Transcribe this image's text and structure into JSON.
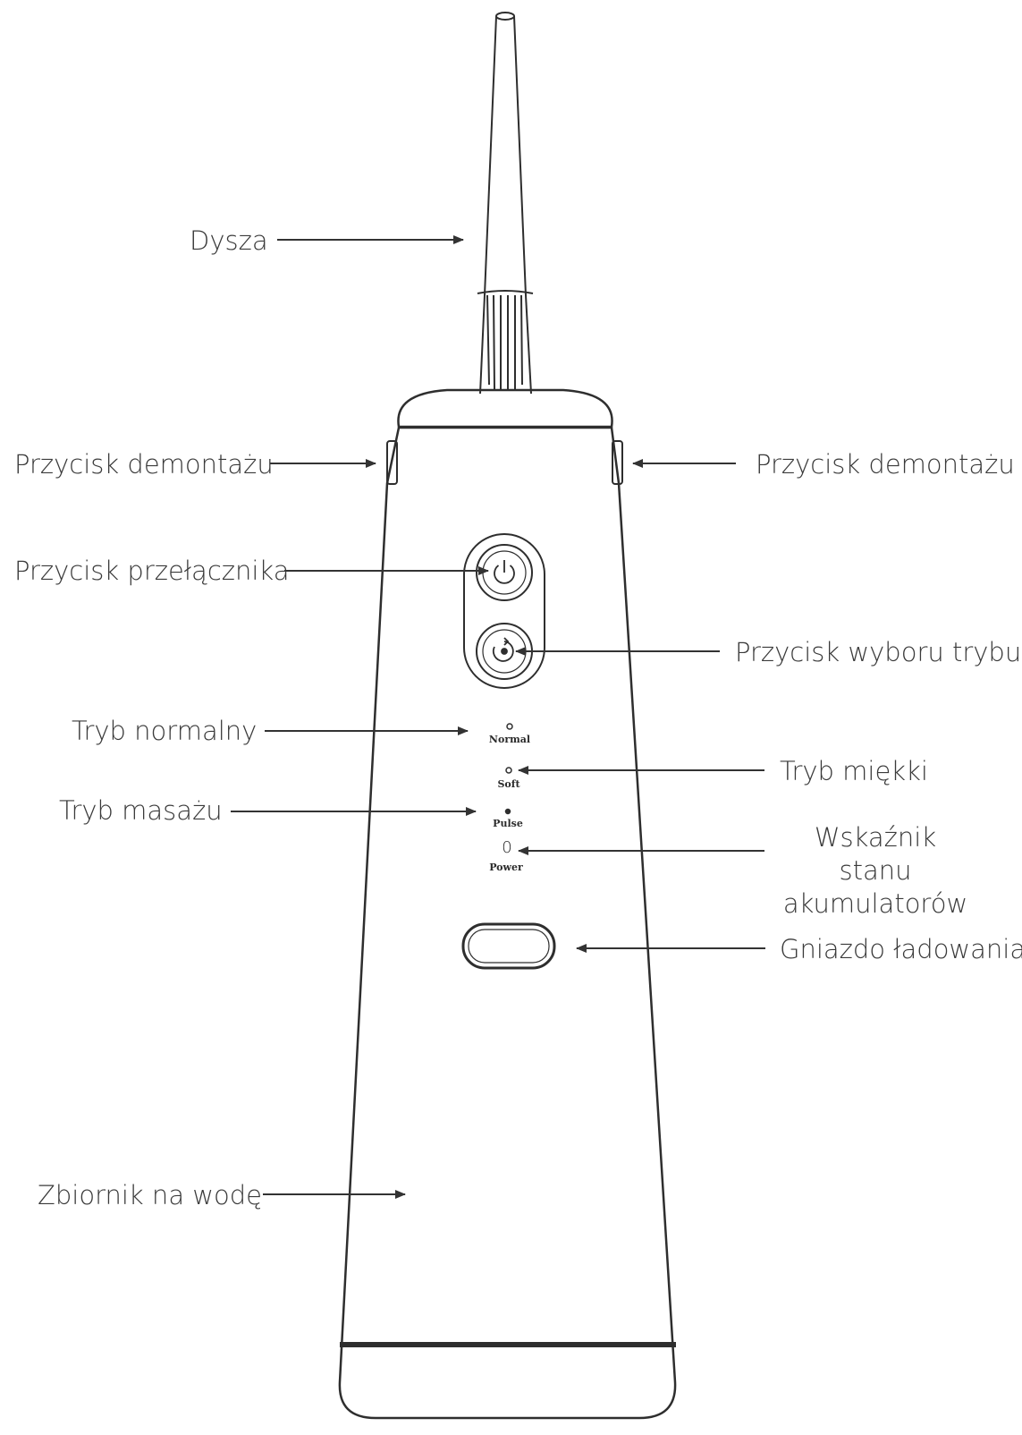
{
  "labels": {
    "nozzle": "Dysza",
    "release_left": "Przycisk demontażu",
    "release_right": "Przycisk demontażu",
    "power_button": "Przycisk przełącznika",
    "mode_button": "Przycisk wyboru trybu",
    "normal_mode": "Tryb normalny",
    "soft_mode": "Tryb miękki",
    "massage_mode": "Tryb masażu",
    "battery_indicator_line1": "Wskaźnik stanu",
    "battery_indicator_line2": "akumulatorów",
    "charging_port": "Gniazdo ładowania",
    "water_tank": "Zbiornik na wodę"
  },
  "device_markings": {
    "normal": "Normal",
    "soft": "Soft",
    "pulse": "Pulse",
    "power_digit": "0",
    "power": "Power"
  },
  "colors": {
    "outline": "#2e2e2e",
    "text": "#3a3a3a"
  },
  "icons": {
    "power_button": "power-icon",
    "mode_button": "cycle-icon"
  }
}
